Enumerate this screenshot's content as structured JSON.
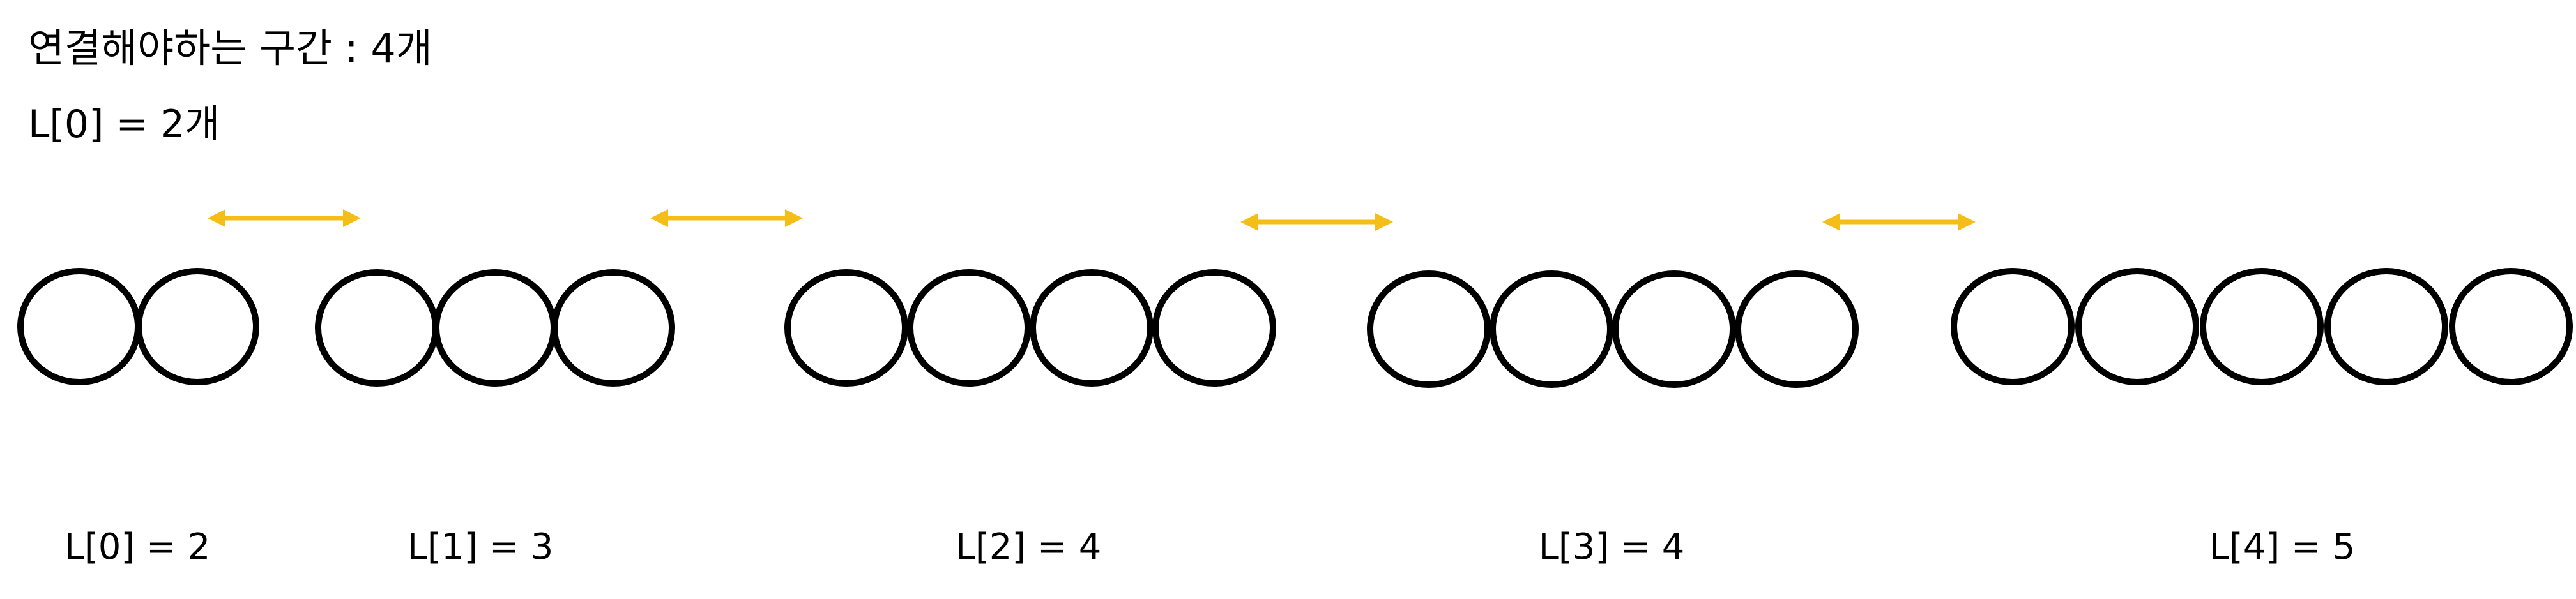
{
  "heading": {
    "title": "연결해야하는 구간 : 4개",
    "subtitle": "L[0] = 2개"
  },
  "chains": [
    {
      "label": "L[0] = 2",
      "count": 2
    },
    {
      "label": "L[1] = 3",
      "count": 3
    },
    {
      "label": "L[2] = 4",
      "count": 4
    },
    {
      "label": "L[3] = 4",
      "count": 4
    },
    {
      "label": "L[4] = 5",
      "count": 5
    }
  ],
  "connections": 4,
  "colors": {
    "circle_stroke": "#000000",
    "arrow": "#F5BD18",
    "text": "#000000"
  }
}
